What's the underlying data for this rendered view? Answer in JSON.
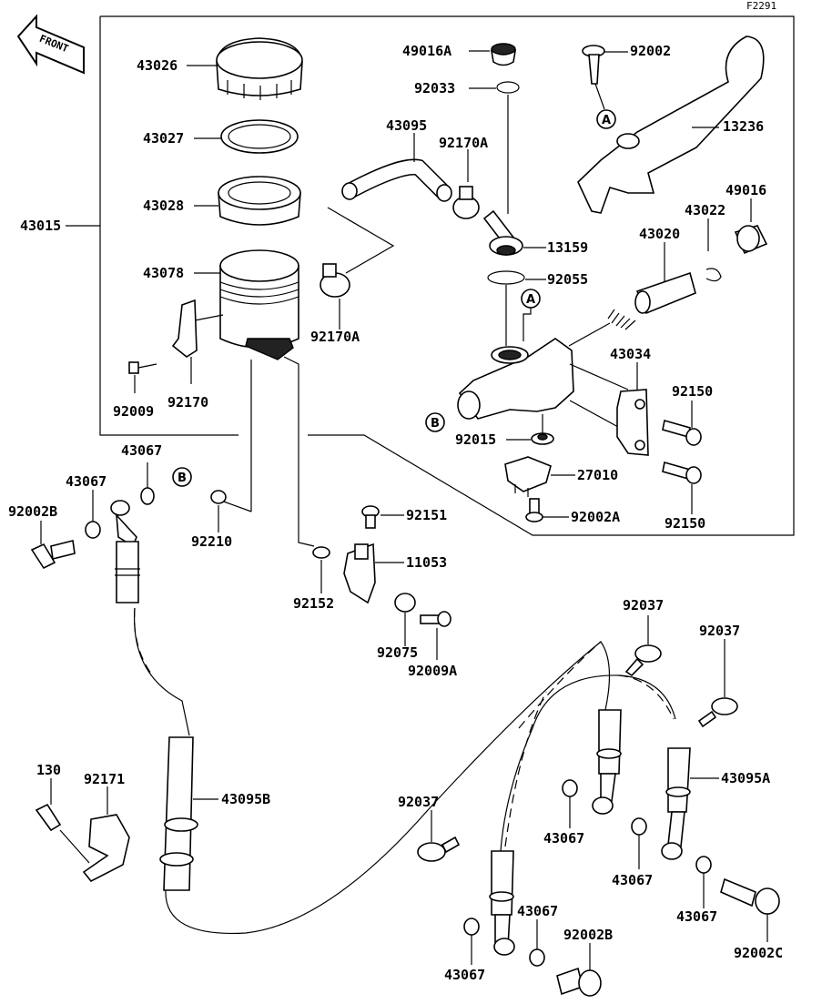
{
  "figure_code": "F2291",
  "front_label": "FRONT",
  "ref_a": "A",
  "ref_b": "B",
  "parts": {
    "p43026": "43026",
    "p43027": "43027",
    "p43028": "43028",
    "p43015": "43015",
    "p43078": "43078",
    "p92009": "92009",
    "p92170": "92170",
    "p49016A": "49016A",
    "p92033": "92033",
    "p43095": "43095",
    "p92170A_top": "92170A",
    "p92170A_bottom": "92170A",
    "p13159": "13159",
    "p92055": "92055",
    "p92002": "92002",
    "p13236": "13236",
    "p49016": "49016",
    "p43022": "43022",
    "p43020": "43020",
    "p43034": "43034",
    "p92150_a": "92150",
    "p92150_b": "92150",
    "p92015": "92015",
    "p27010": "27010",
    "p92002A": "92002A",
    "p43067_a": "43067",
    "p43067_b": "43067",
    "p92002B_a": "92002B",
    "p92210": "92210",
    "p92151": "92151",
    "p11053": "11053",
    "p92152": "92152",
    "p92075": "92075",
    "p92009A": "92009A",
    "p92037_a": "92037",
    "p92037_b": "92037",
    "p92037_c": "92037",
    "p43095A": "43095A",
    "p43095B": "43095B",
    "p130": "130",
    "p92171": "92171",
    "p43067_c": "43067",
    "p43067_d": "43067",
    "p43067_e": "43067",
    "p43067_f": "43067",
    "p43067_g": "43067",
    "p92002B_b": "92002B",
    "p92002C": "92002C"
  }
}
